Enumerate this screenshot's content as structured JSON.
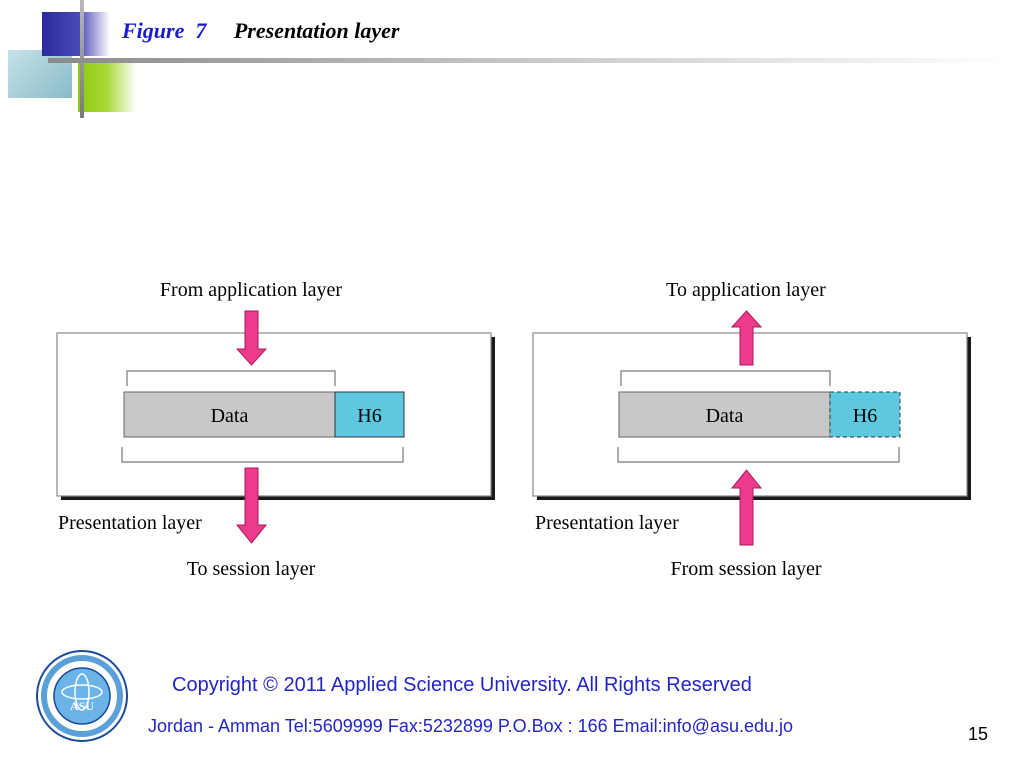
{
  "header": {
    "figure_label": "Figure  7",
    "figure_title": "Presentation layer"
  },
  "diagram": {
    "left": {
      "top_label": "From application layer",
      "data_label": "Data",
      "header_label": "H6",
      "layer_label": "Presentation layer",
      "bottom_label": "To session layer"
    },
    "right": {
      "top_label": "To application layer",
      "data_label": "Data",
      "header_label": "H6",
      "layer_label": "Presentation layer",
      "bottom_label": "From session layer"
    },
    "colors": {
      "arrow": "#ee3a8c",
      "data_fill": "#c8c8c8",
      "header_fill": "#5ec8e0"
    }
  },
  "footer": {
    "copyright": "Copyright  © 2011 Applied Science University. All Rights Reserved",
    "address": "Jordan - Amman Tel:5609999 Fax:5232899 P.O.Box : 166   Email:info@asu.edu.jo",
    "logo_text": "ASU",
    "page_number": "15"
  }
}
